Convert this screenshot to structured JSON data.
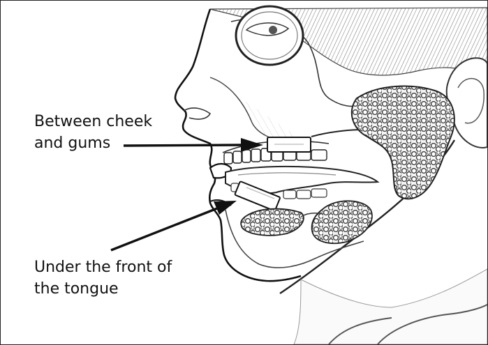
{
  "labels": {
    "cheek_gums": {
      "line1": "Between cheek",
      "line2": "and gums"
    },
    "under_tongue": {
      "line1": "Under the front of",
      "line2": "the tongue"
    }
  },
  "colors": {
    "ink": "#111111",
    "background": "#ffffff"
  },
  "illustration": "sketch of face in profile showing mouth, teeth, tongue and salivary glands with two tablets"
}
